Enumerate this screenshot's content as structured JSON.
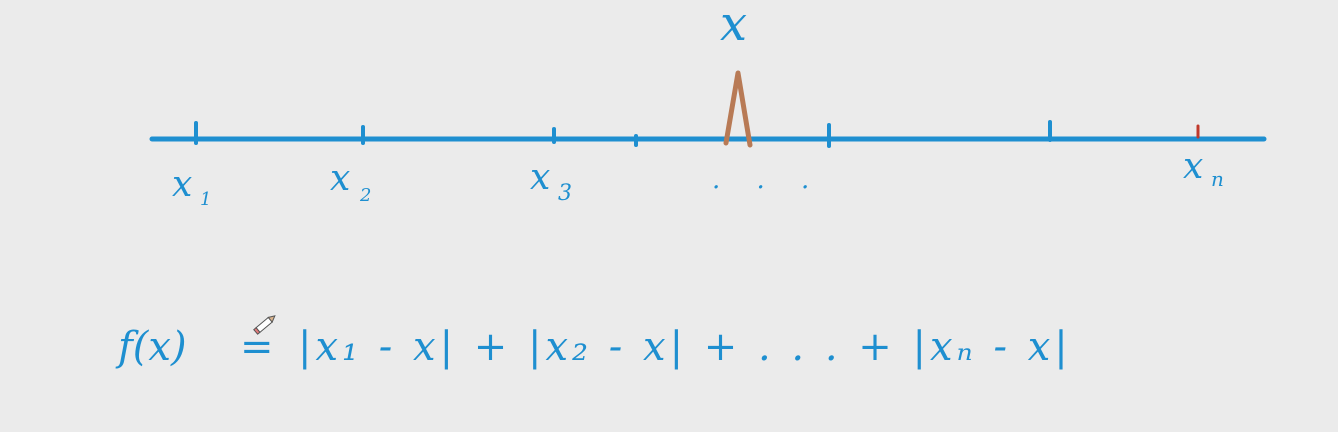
{
  "colors": {
    "background": "#ebebeb",
    "ink_blue": "#1e8fd0",
    "ink_brown": "#b87a55",
    "ink_red": "#c0392b"
  },
  "marker_label": "x",
  "points": [
    {
      "label": "x",
      "sub": "1"
    },
    {
      "label": "x",
      "sub": "2"
    },
    {
      "label": "x",
      "sub": "3"
    },
    {
      "label": "x",
      "sub": "n"
    }
  ],
  "ellipsis": ". . .",
  "formula": {
    "lhs": "f(x)",
    "eq": "=",
    "rhs": "|x₁ - x| + |x₂ - x| + . . . + |xₙ - x|"
  },
  "icons": {
    "cursor": "pencil-cursor-icon"
  }
}
